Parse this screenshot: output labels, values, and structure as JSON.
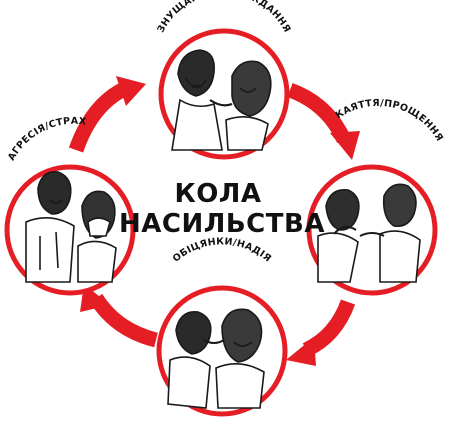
{
  "title": {
    "line1": "КОЛА",
    "line2": "НАСИЛЬСТВА"
  },
  "stages": [
    {
      "id": "top",
      "label": "ЗНУЩАННЯ/СТРАЖДАННЯ"
    },
    {
      "id": "right",
      "label": "КАЯТТЯ/ПРОЩЕННЯ"
    },
    {
      "id": "bottom",
      "label": "ОБІЦЯНКИ/НАДІЯ"
    },
    {
      "id": "left",
      "label": "АГРЕСІЯ/СТРАХ"
    }
  ],
  "colors": {
    "ring": "#e41e24",
    "arrow": "#e41e24",
    "text": "#111111",
    "ink": "#1a1a1a",
    "background": "#ffffff"
  },
  "icons": {
    "arrow": "curved-arrow-icon"
  }
}
